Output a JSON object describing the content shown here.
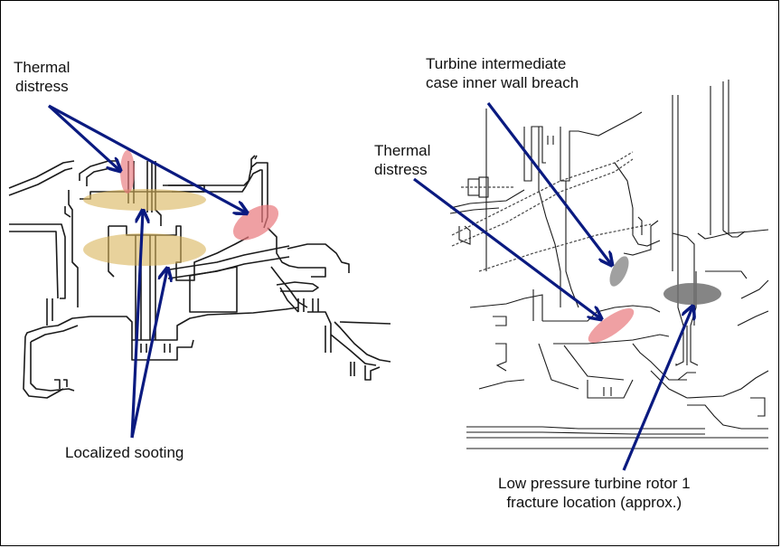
{
  "figure": {
    "left_panel": {
      "annotations": [
        {
          "id": "thermal-distress-left",
          "lines": [
            "Thermal",
            "distress"
          ]
        },
        {
          "id": "localized-sooting",
          "lines": [
            "Localized sooting"
          ]
        }
      ]
    },
    "right_panel": {
      "annotations": [
        {
          "id": "tic-breach",
          "lines": [
            "Turbine intermediate",
            "case inner wall breach"
          ]
        },
        {
          "id": "thermal-distress-right",
          "lines": [
            "Thermal",
            "distress"
          ]
        },
        {
          "id": "lpt-fracture",
          "lines": [
            "Low pressure turbine rotor 1",
            "fracture location (approx.)"
          ]
        }
      ]
    },
    "colors": {
      "arrow": "#0a1a80",
      "thermal_highlight": "#e8787c",
      "sooting_highlight": "#d9b45a",
      "breach_highlight": "#808080",
      "fracture_highlight": "#707070"
    }
  }
}
